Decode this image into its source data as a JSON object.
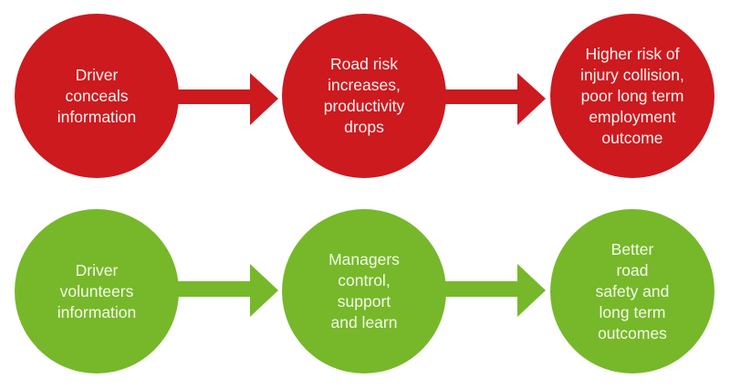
{
  "colors": {
    "negative": "#cc1a1f",
    "positive": "#76b82a",
    "text": "#ffffff",
    "background": "#ffffff"
  },
  "flows": [
    {
      "name": "concealment-flow",
      "color": "negative",
      "steps": [
        {
          "label": "Driver\nconceals\ninformation"
        },
        {
          "label": "Road risk\nincreases,\nproductivity\ndrops"
        },
        {
          "label": "Higher risk of\ninjury collision,\npoor long term\nemployment\noutcome"
        }
      ]
    },
    {
      "name": "volunteering-flow",
      "color": "positive",
      "steps": [
        {
          "label": "Driver\nvolunteers\ninformation"
        },
        {
          "label": "Managers\ncontrol,\nsupport\nand learn"
        },
        {
          "label": "Better\nroad\nsafety and\nlong term\noutcomes"
        }
      ]
    }
  ]
}
